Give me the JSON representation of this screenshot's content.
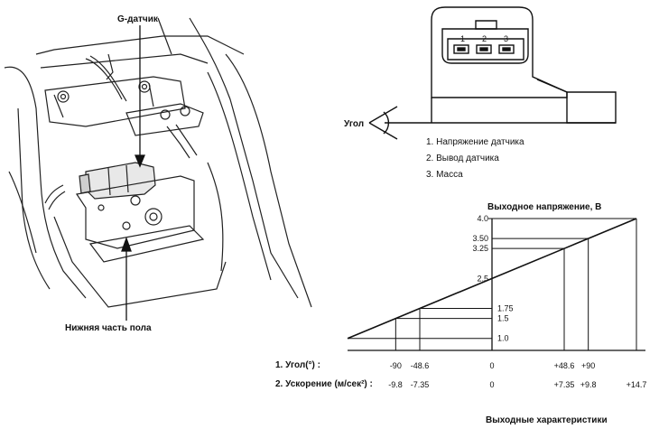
{
  "labels": {
    "g_sensor": "G-датчик",
    "floor_lower": "Нижняя часть пола",
    "angle": "Угол",
    "output_title": "Выходные  характеристики"
  },
  "connector": {
    "pins": [
      "1",
      "2",
      "3"
    ]
  },
  "legend": [
    "1. Напряжение датчика",
    "2. Вывод датчика",
    "3. Масса"
  ],
  "chart_data": {
    "type": "line",
    "title": "Выходное напряжение, В",
    "row_labels": [
      "1. Угол(°) :",
      "2. Ускорение (м/сек²) :"
    ],
    "x_angle": [
      "-90",
      "-48.6",
      "0",
      "+48.6",
      "+90"
    ],
    "x_accel": [
      "-9.8",
      "-7.35",
      "0",
      "+7.35",
      "+9.8",
      "+14.7"
    ],
    "y_ticks": [
      "4.0",
      "3.50",
      "3.25",
      "2.5",
      "1.75",
      "1.5",
      "1.0"
    ],
    "series": [
      {
        "x_accel": [
          -14.7,
          -9.8,
          -7.35,
          0,
          7.35,
          9.8,
          14.7
        ],
        "y": [
          1.0,
          1.5,
          1.75,
          2.5,
          3.25,
          3.5,
          4.0
        ]
      }
    ]
  }
}
